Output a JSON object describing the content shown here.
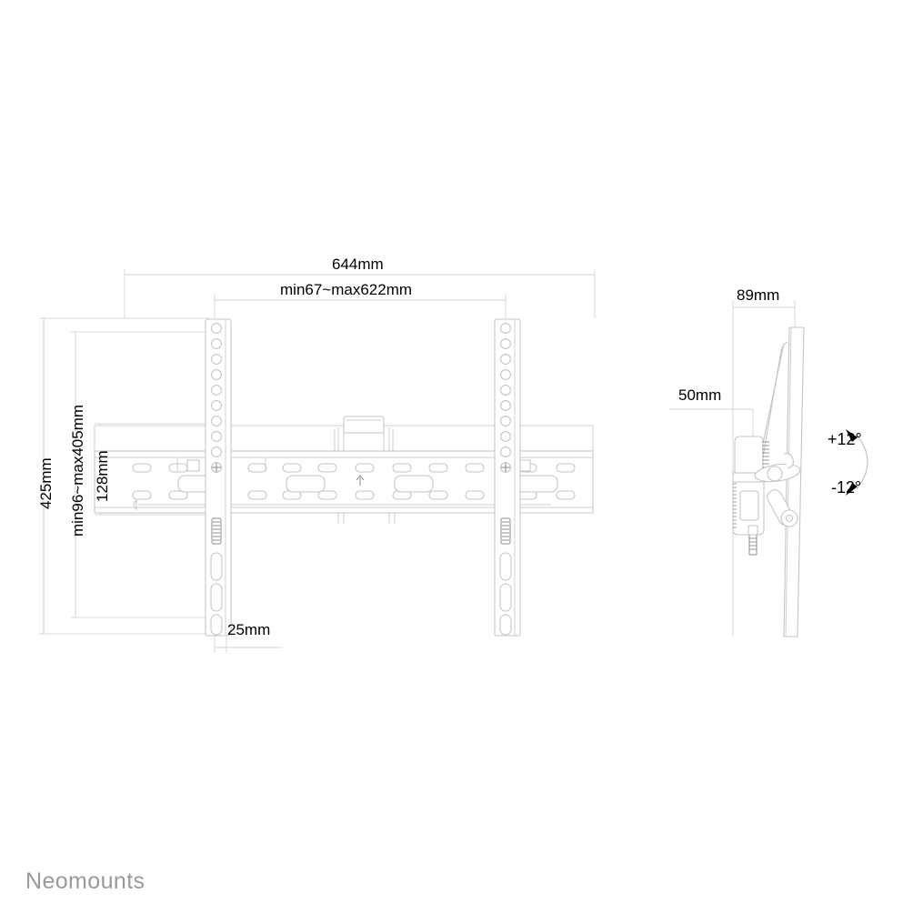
{
  "document": {
    "type": "technical-dimension-drawing",
    "subject": "TV wall mount bracket",
    "background_color": "#ffffff",
    "line_color": "#c9c9c9",
    "text_color": "#000000"
  },
  "brand": {
    "name": "Neomounts",
    "color": "#9a9a9a"
  },
  "front_view": {
    "name": "front-view",
    "dimensions": {
      "overall_width": "644mm",
      "rail_span": "min67~max622mm",
      "overall_height": "425mm",
      "vesa_height": "min96~max405mm",
      "bar_height": "128mm",
      "rail_width": "25mm"
    }
  },
  "side_view": {
    "name": "side-view",
    "dimensions": {
      "depth": "89mm",
      "wall_offset": "50mm"
    },
    "tilt": {
      "up": "+12°",
      "down": "-12°"
    }
  },
  "labels": [
    {
      "id": "width-644",
      "text": "644mm"
    },
    {
      "id": "rail-span",
      "text": "min67~max622mm"
    },
    {
      "id": "height-425",
      "text": "425mm"
    },
    {
      "id": "vesa-height",
      "text": "min96~max405mm"
    },
    {
      "id": "bar-height",
      "text": "128mm"
    },
    {
      "id": "rail-width",
      "text": "25mm"
    },
    {
      "id": "depth-89",
      "text": "89mm"
    },
    {
      "id": "offset-50",
      "text": "50mm"
    },
    {
      "id": "tilt-up",
      "text": "+12°"
    },
    {
      "id": "tilt-down",
      "text": "-12°"
    }
  ]
}
